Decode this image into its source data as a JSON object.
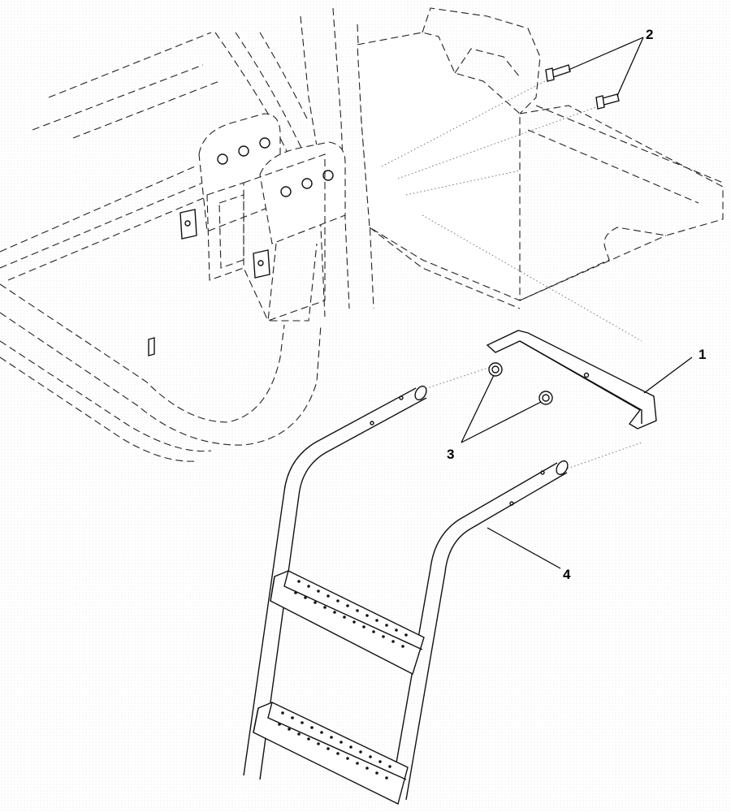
{
  "callouts": [
    {
      "id": "1",
      "label": "1",
      "part": "step-bracket"
    },
    {
      "id": "2",
      "label": "2",
      "part": "bolt"
    },
    {
      "id": "3",
      "label": "3",
      "part": "flange-nut"
    },
    {
      "id": "4",
      "label": "4",
      "part": "step-ladder"
    }
  ],
  "colors": {
    "line": "#111111",
    "background": "#ffffff"
  }
}
